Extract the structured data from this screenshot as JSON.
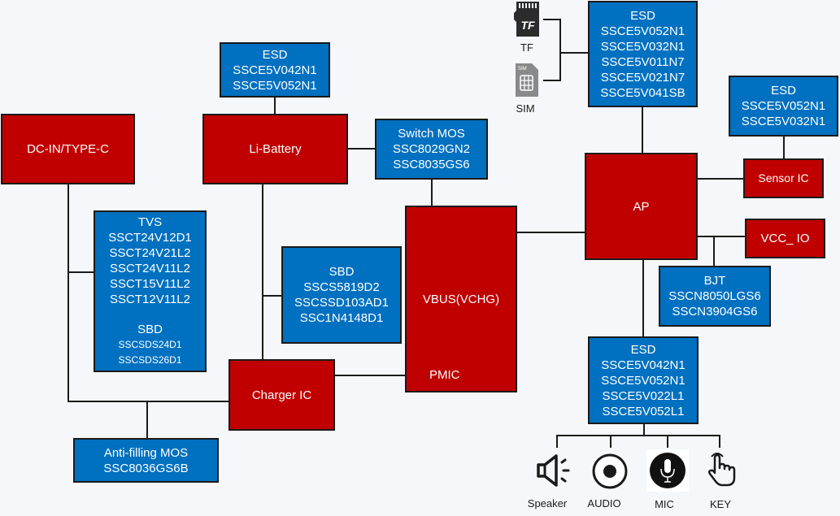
{
  "diagram": {
    "dc_in": {
      "label": "DC-IN/TYPE-C"
    },
    "li_battery": {
      "label": "Li-Battery"
    },
    "esd_battery": {
      "title": "ESD",
      "parts": [
        "SSCE5V042N1",
        "SSCE5V052N1"
      ]
    },
    "switch_mos": {
      "title": "Switch MOS",
      "parts": [
        "SSC8029GN2",
        "SSC8035GS6"
      ]
    },
    "tvs": {
      "title": "TVS",
      "parts": [
        "SSCT24V12D1",
        "SSCT24V21L2",
        "SSCT24V11L2",
        "SSCT15V11L2",
        "SSCT12V11L2"
      ],
      "sbd_title": "SBD",
      "sbd_parts": [
        "SSCSDS24D1",
        "SSCSDS26D1"
      ]
    },
    "sbd": {
      "title": "SBD",
      "parts": [
        "SSCS5819D2",
        "SSCSSD103AD1",
        "SSC1N4148D1"
      ]
    },
    "pmic": {
      "label": "VBUS(VCHG)",
      "sublabel": "PMIC"
    },
    "charger": {
      "label": "Charger IC"
    },
    "anti_filling": {
      "title": "Anti-filling MOS",
      "parts": [
        "SSC8036GS6B"
      ]
    },
    "esd_card": {
      "title": "ESD",
      "parts": [
        "SSCE5V052N1",
        "SSCE5V032N1",
        "SSCE5V011N7",
        "SSCE5V021N7",
        "SSCE5V041SB"
      ]
    },
    "tf": {
      "label": "TF",
      "icon": "tf-card-icon",
      "glyph": "TF"
    },
    "sim": {
      "label": "SIM",
      "icon": "sim-card-icon",
      "glyph": "SIM"
    },
    "ap": {
      "label": "AP"
    },
    "esd_sensor": {
      "title": "ESD",
      "parts": [
        "SSCE5V052N1",
        "SSCE5V032N1"
      ]
    },
    "sensor": {
      "label": "Sensor IC"
    },
    "vcc_io": {
      "label": "VCC_ IO"
    },
    "bjt": {
      "title": "BJT",
      "parts": [
        "SSCN8050LGS6",
        "SSCN3904GS6"
      ]
    },
    "esd_audio": {
      "title": "ESD",
      "parts": [
        "SSCE5V042N1",
        "SSCE5V052N1",
        "SSCE5V022L1",
        "SSCE5V052L1"
      ]
    },
    "peripherals": [
      {
        "label": "Speaker",
        "icon": "speaker-icon"
      },
      {
        "label": "AUDIO",
        "icon": "audio-jack-icon"
      },
      {
        "label": "MIC",
        "icon": "microphone-icon"
      },
      {
        "label": "KEY",
        "icon": "hand-pointer-icon"
      }
    ],
    "colors": {
      "ic_red": "#c00000",
      "part_blue": "#0070c0",
      "line": "#1a1a1a",
      "background": "#f5f7fa"
    }
  }
}
